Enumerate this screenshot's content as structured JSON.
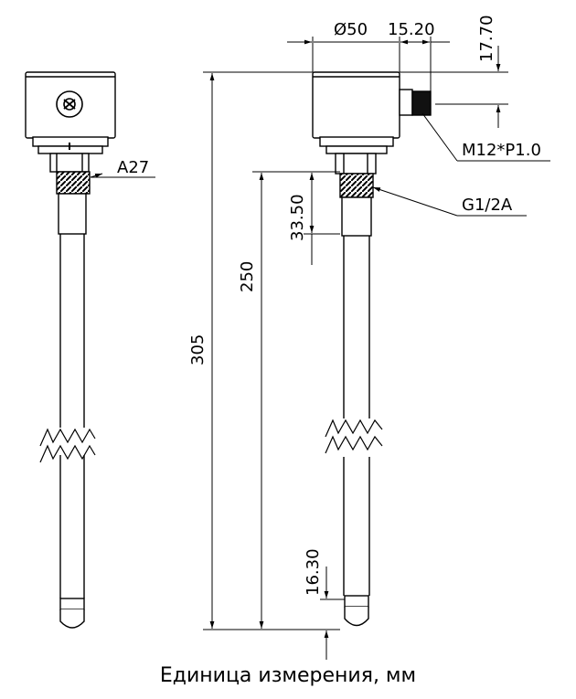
{
  "diagram": {
    "labels": {
      "hex_size": "A27",
      "diameter": "Ø50",
      "width_offset": "15.20",
      "height_offset": "17.70",
      "connector": "M12*P1.0",
      "thread": "G1/2A",
      "thread_length": "33.50",
      "probe_length": "250",
      "total_length": "305",
      "tip_length": "16.30"
    },
    "caption": "Единица измерения, мм"
  }
}
